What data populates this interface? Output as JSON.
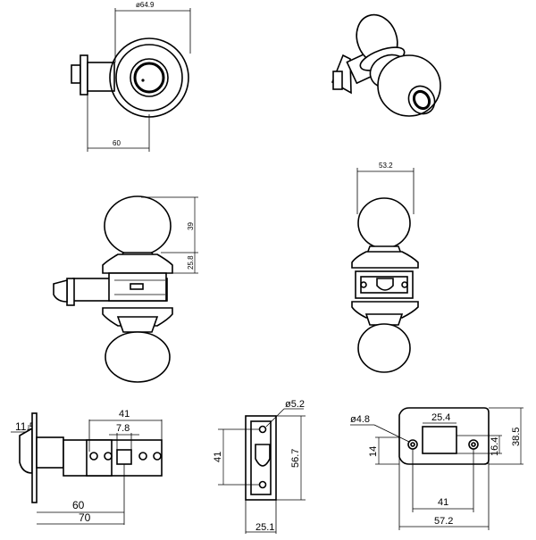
{
  "dimensions": {
    "top_diameter": "ø64.9",
    "top_depth": "60",
    "knob_width": "53.2",
    "knob_height": "39",
    "rose_height": "25.8",
    "latch_height": "11.5",
    "latch_hole_spacing": "41",
    "latch_hole_offset": "7.8",
    "backset_60": "60",
    "backset_70": "70",
    "strike_hole": "ø5.2",
    "strike_hole_spacing": "41",
    "strike_height": "56.7",
    "strike_width": "25.1",
    "plate_hole": "ø4.8",
    "plate_slot_width": "25.4",
    "plate_height": "38.5",
    "plate_slot_height": "16.4",
    "plate_offset": "14",
    "plate_hole_spacing": "41",
    "plate_width": "57.2"
  }
}
